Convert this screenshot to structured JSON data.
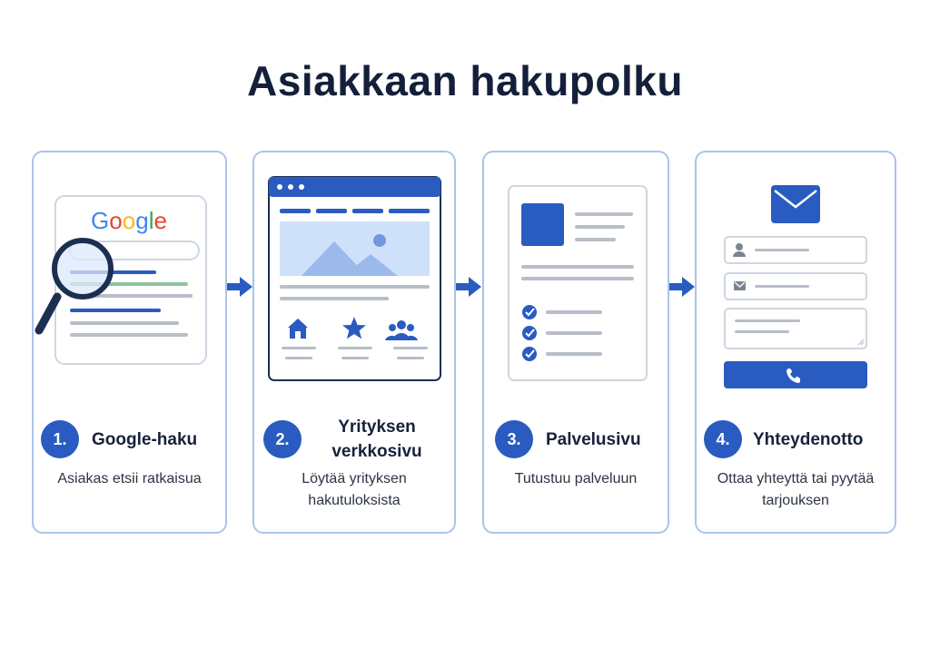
{
  "title": "Asiakkaan hakupolku",
  "colors": {
    "accent": "#2a5bc0",
    "border": "#a9c4ea",
    "grey": "#b8bec8",
    "light_blue": "#cfe0fa"
  },
  "steps": [
    {
      "number": "1.",
      "title": "Google-haku",
      "description": "Asiakas etsii ratkaisua",
      "illustration": "google-search",
      "logo_text": "Google"
    },
    {
      "number": "2.",
      "title": "Yrityksen verkkosivu",
      "description": "Löytää yrityksen hakutuloksista",
      "illustration": "company-website"
    },
    {
      "number": "3.",
      "title": "Palvelusivu",
      "description": "Tutustuu palveluun",
      "illustration": "service-page"
    },
    {
      "number": "4.",
      "title": "Yhteydenotto",
      "description": "Ottaa yhteyttä tai pyytää tarjouksen",
      "illustration": "contact-form"
    }
  ],
  "icons": [
    "magnifier-icon",
    "home-icon",
    "star-icon",
    "people-icon",
    "check-icon",
    "mail-icon",
    "user-icon",
    "envelope-icon",
    "phone-icon",
    "arrow-right-icon"
  ]
}
